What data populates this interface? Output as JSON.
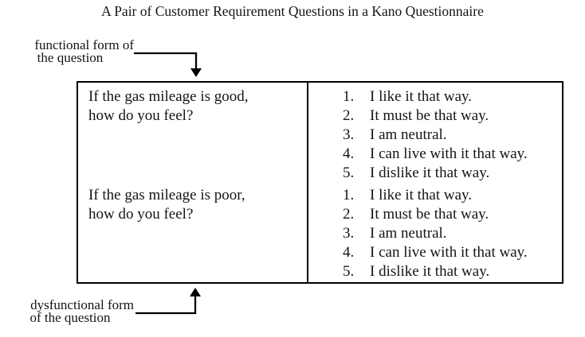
{
  "title": "A Pair of Customer Requirement Questions in a Kano Questionnaire",
  "labels": {
    "functional": {
      "line1": "functional form of",
      "line2": "the question"
    },
    "dysfunctional": {
      "line1": "dysfunctional form",
      "line2": "of the question"
    }
  },
  "arrows": {
    "functional": "arrow-down",
    "dysfunctional": "arrow-up"
  },
  "table": {
    "rows": [
      {
        "question": {
          "line1": "If the gas mileage is good,",
          "line2": "how do you feel?"
        },
        "options": [
          {
            "num": "1.",
            "text": "I like it that way."
          },
          {
            "num": "2.",
            "text": "It must be that way."
          },
          {
            "num": "3.",
            "text": "I am neutral."
          },
          {
            "num": "4.",
            "text": "I can live with it that way."
          },
          {
            "num": "5.",
            "text": "I dislike it that way."
          }
        ]
      },
      {
        "question": {
          "line1": "If the gas mileage is poor,",
          "line2": "how do you feel?"
        },
        "options": [
          {
            "num": "1.",
            "text": "I like it that way."
          },
          {
            "num": "2.",
            "text": "It must be that way."
          },
          {
            "num": "3.",
            "text": "I am neutral."
          },
          {
            "num": "4.",
            "text": "I can live with it that way."
          },
          {
            "num": "5.",
            "text": "I dislike it that way."
          }
        ]
      }
    ]
  },
  "colors": {
    "ink": "#151515",
    "line": "#000000",
    "background": "#ffffff"
  }
}
